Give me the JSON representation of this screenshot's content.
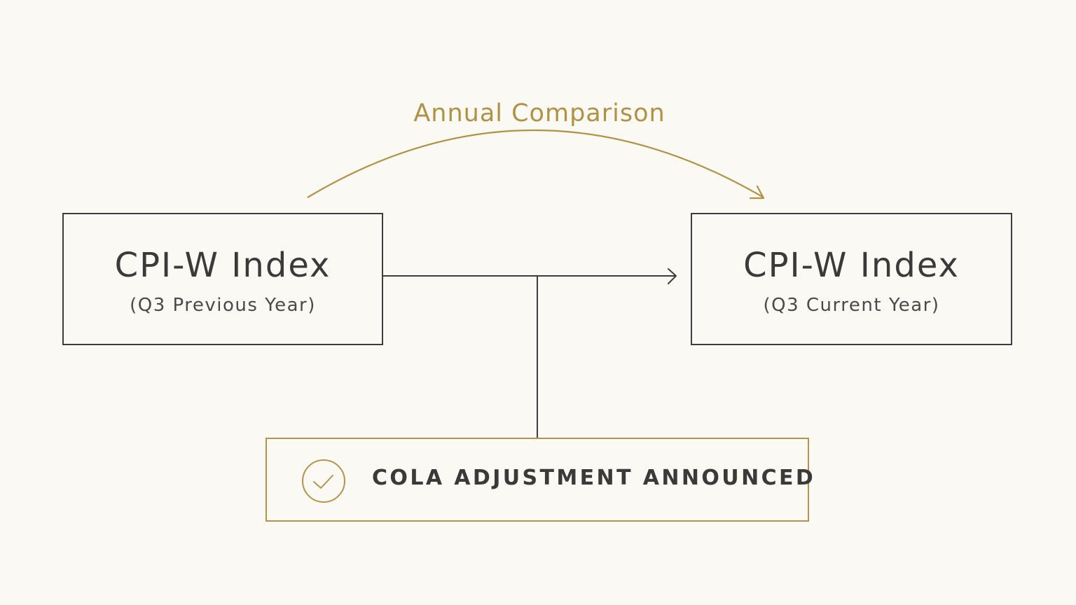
{
  "diagram": {
    "arc_label": "Annual Comparison",
    "left_box": {
      "title": "CPI-W Index",
      "subtitle": "(Q3 Previous Year)"
    },
    "right_box": {
      "title": "CPI-W Index",
      "subtitle": "(Q3 Current Year)"
    },
    "result": {
      "label": "COLA ADJUSTMENT ANNOUNCED",
      "icon": "check-circle-icon"
    }
  },
  "colors": {
    "background": "#fbf9f4",
    "accent_gold": "#b09245",
    "line_dark": "#3d3d3d",
    "text_dark": "#3a3a3a"
  }
}
